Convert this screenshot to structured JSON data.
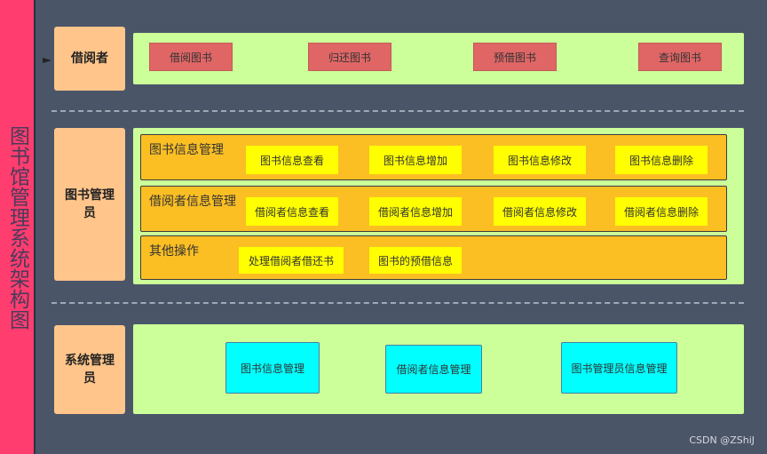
{
  "side_title": "图书馆管理系统架构图",
  "roles": {
    "borrower": {
      "label": "借阅者",
      "actions": [
        "借阅图书",
        "归还图书",
        "预借图书",
        "查询图书"
      ]
    },
    "librarian": {
      "label": "图书管理员",
      "sections": [
        {
          "title": "图书信息管理",
          "items": [
            "图书信息查看",
            "图书信息增加",
            "图书信息修改",
            "图书信息删除"
          ]
        },
        {
          "title": "借阅者信息管理",
          "items": [
            "借阅者信息查看",
            "借阅者信息增加",
            "借阅者信息修改",
            "借阅者信息删除"
          ]
        },
        {
          "title": "其他操作",
          "items": [
            "处理借阅者借还书",
            "图书的预借信息"
          ]
        }
      ]
    },
    "sysadmin": {
      "label": "系统管理员",
      "modules": [
        "图书信息管理",
        "借阅者信息管理",
        "图书管理员信息管理"
      ]
    }
  },
  "watermark": "CSDN @ZShiJ",
  "colors": {
    "background": "#4a5568",
    "title_bar": "#ff3d6e",
    "role_box": "#ffc58a",
    "panel": "#ccff99",
    "borrower_action": "#e06666",
    "section": "#fbbf24",
    "librarian_item": "#ffff00",
    "admin_module": "#00ffff"
  }
}
